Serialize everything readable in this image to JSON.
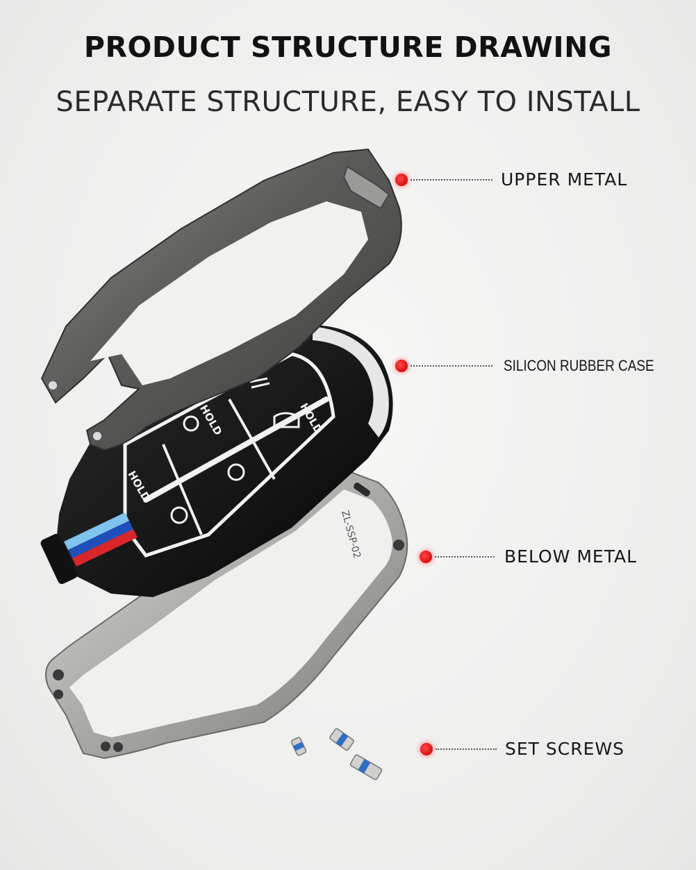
{
  "header": {
    "title": "PRODUCT STRUCTURE DRAWING",
    "subtitle": "SEPARATE STRUCTURE, EASY TO INSTALL"
  },
  "callouts": [
    {
      "label": "UPPER METAL"
    },
    {
      "label": "SILICON RUBBER CASE"
    },
    {
      "label": "BELOW METAL"
    },
    {
      "label": "SET SCREWS"
    }
  ],
  "keyfob": {
    "button_text": "HOLD",
    "part_code": "ZL-SSP-02",
    "stripe_colors": [
      "#7fc4ef",
      "#1f4fb8",
      "#d8262a"
    ]
  },
  "colors": {
    "accent_dot": "#e01414",
    "metal_dark": "#5d5d5c",
    "rubber": "#111111"
  }
}
